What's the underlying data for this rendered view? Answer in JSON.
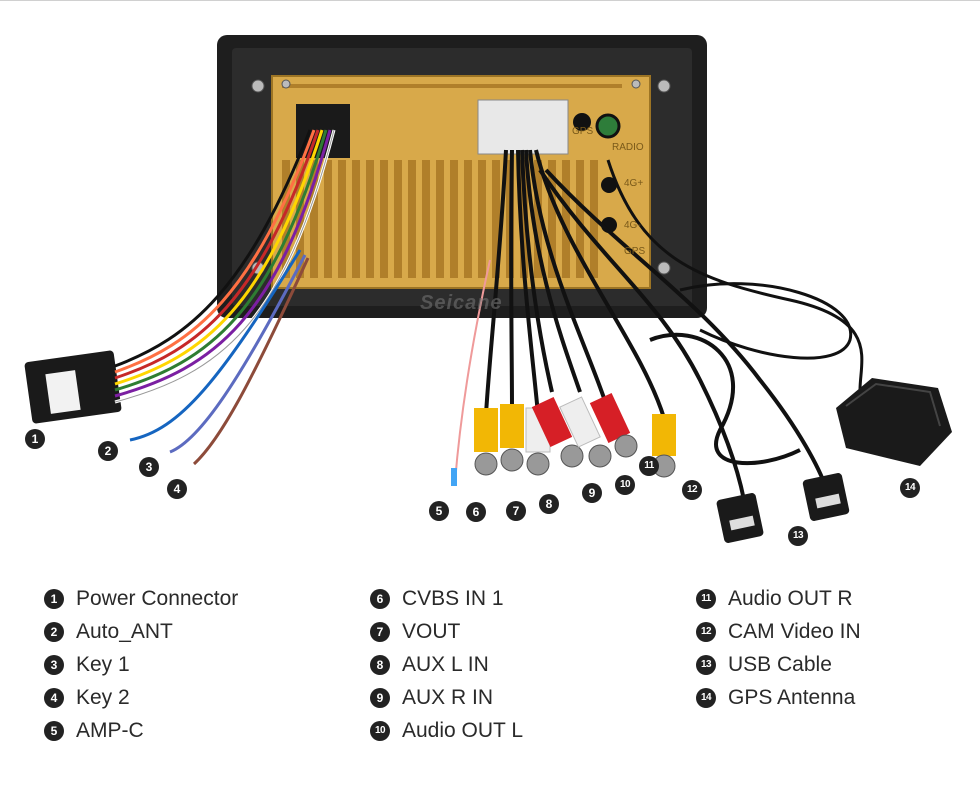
{
  "watermark": "Seicane",
  "unit_labels": {
    "gps": "GPS",
    "radio": "RADIO",
    "fourg_plus": "4G+",
    "fourg_minus": "4G-",
    "gps2": "GPS"
  },
  "callouts": [
    "1",
    "2",
    "3",
    "4",
    "5",
    "6",
    "7",
    "8",
    "9",
    "10",
    "11",
    "12",
    "13",
    "14"
  ],
  "legend": {
    "col1": [
      {
        "num": "1",
        "label": "Power Connector"
      },
      {
        "num": "2",
        "label": "Auto_ANT"
      },
      {
        "num": "3",
        "label": "Key 1"
      },
      {
        "num": "4",
        "label": "Key 2"
      },
      {
        "num": "5",
        "label": "AMP-C"
      }
    ],
    "col2": [
      {
        "num": "6",
        "label": "CVBS IN 1"
      },
      {
        "num": "7",
        "label": "VOUT"
      },
      {
        "num": "8",
        "label": "AUX L IN"
      },
      {
        "num": "9",
        "label": "AUX R IN"
      },
      {
        "num": "10",
        "label": "Audio OUT L"
      }
    ],
    "col3": [
      {
        "num": "11",
        "label": "Audio OUT R"
      },
      {
        "num": "12",
        "label": "CAM Video IN"
      },
      {
        "num": "13",
        "label": "USB Cable"
      },
      {
        "num": "14",
        "label": "GPS Antenna"
      }
    ]
  },
  "colors": {
    "frame": "#1e1e1e",
    "panel": "#d8a94a",
    "rca_yellow": "#f2b705",
    "rca_red": "#d61f26",
    "rca_white": "#eeeeee",
    "badge": "#222222"
  }
}
